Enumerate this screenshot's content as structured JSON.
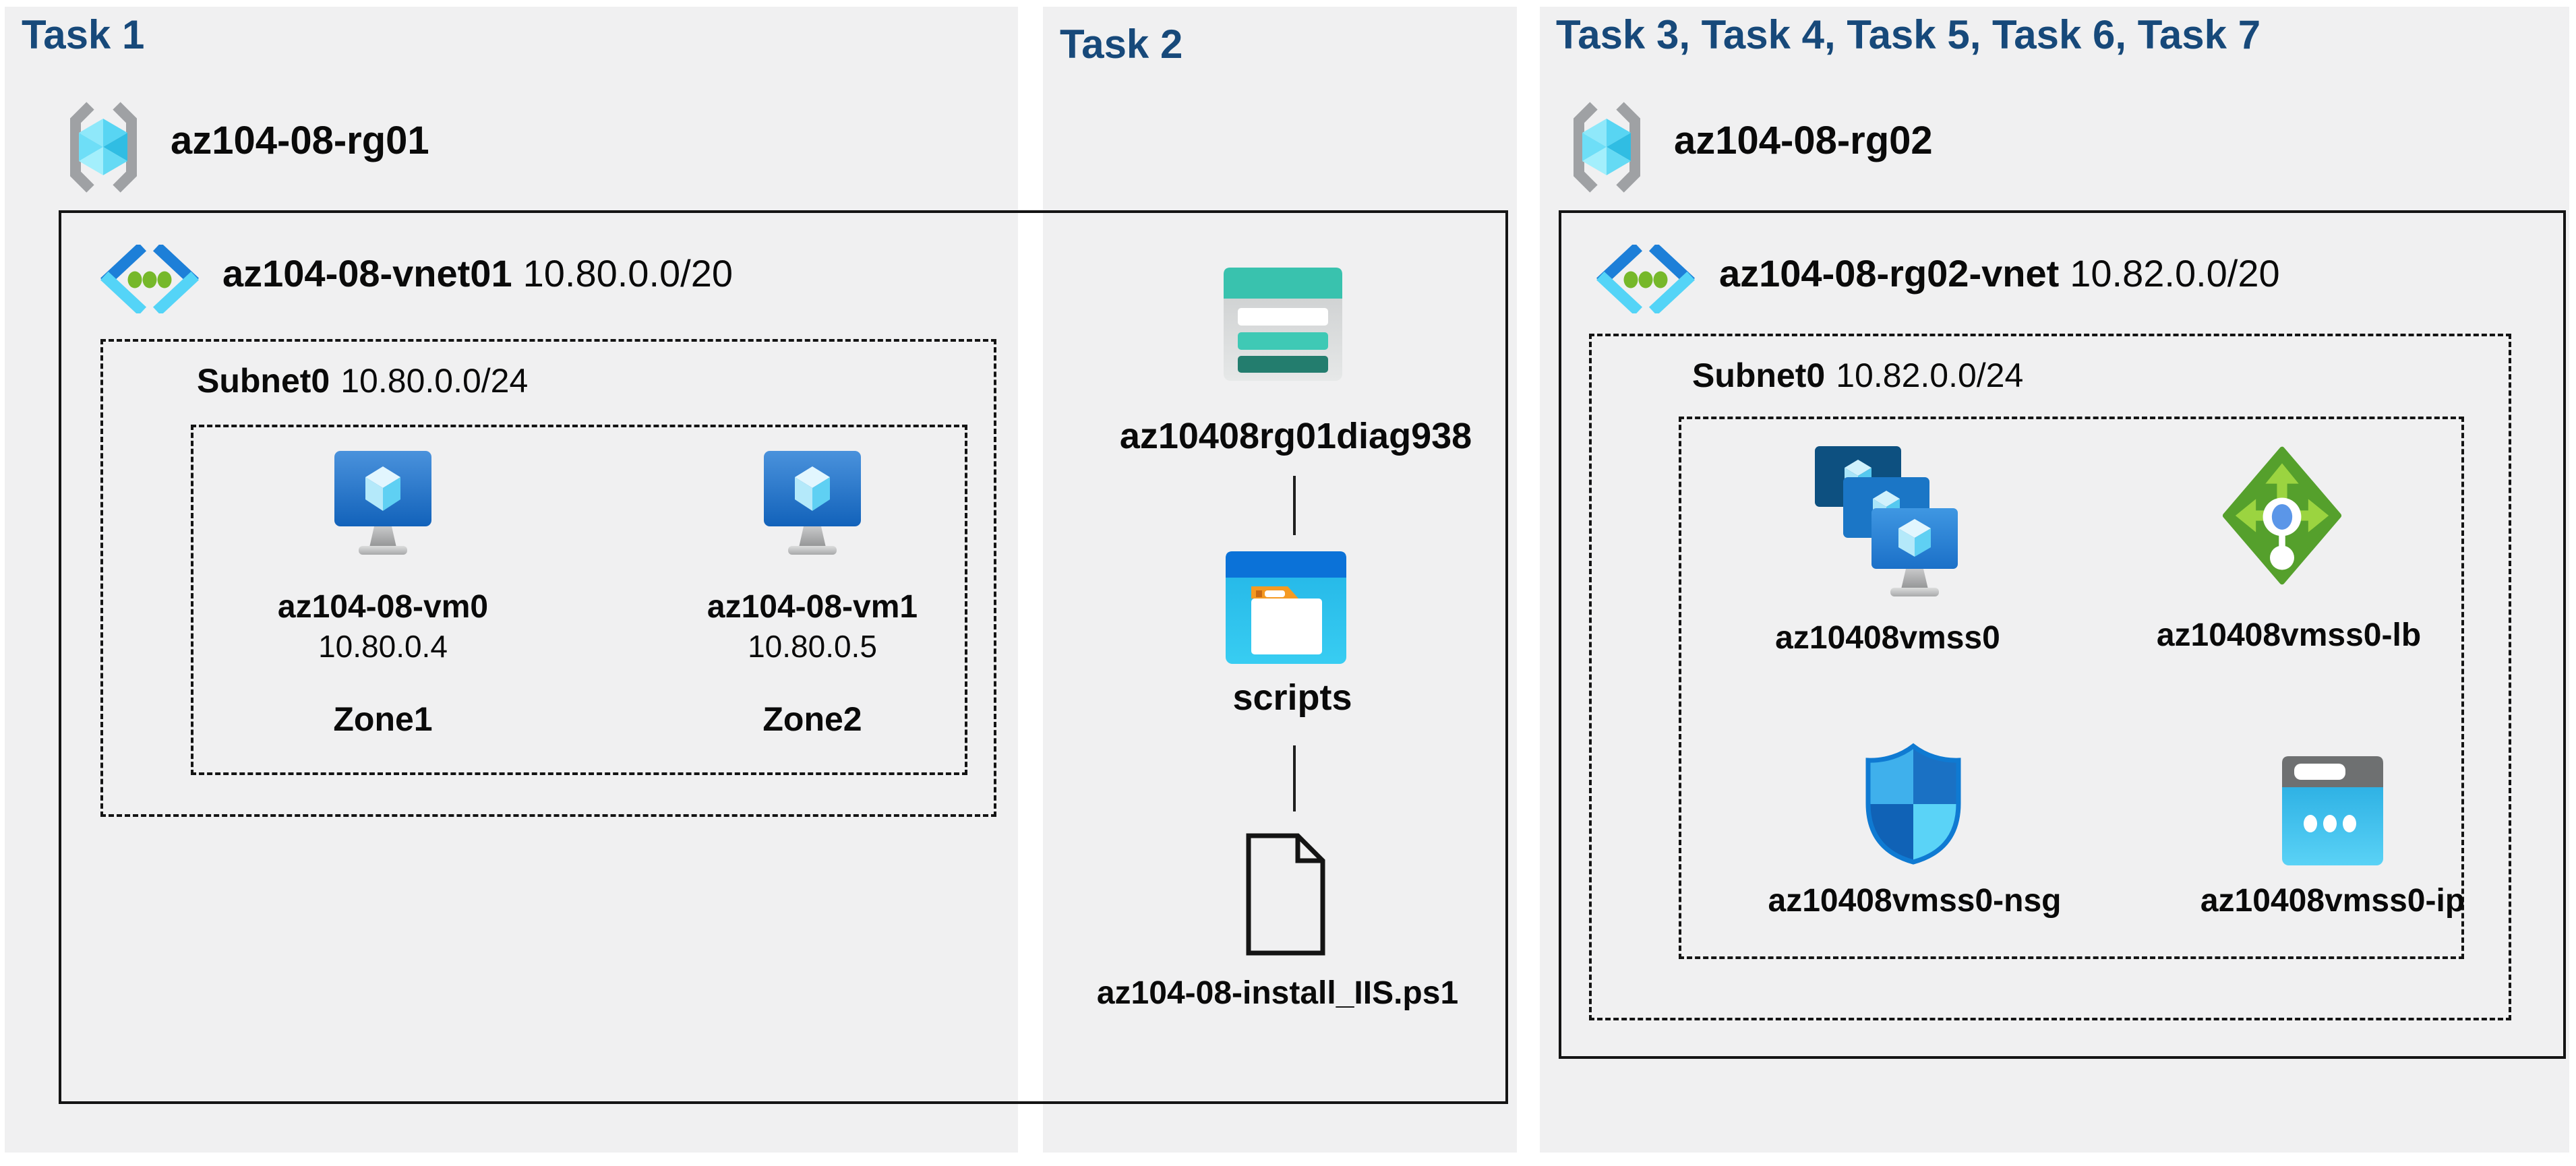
{
  "diagram": {
    "background": "#ffffff",
    "panel_color": "#f0f0f1",
    "title_color": "#17497a",
    "border_color": "#141414"
  },
  "task1": {
    "title": "Task 1",
    "resource_group": {
      "name": "az104-08-rg01"
    },
    "vnet": {
      "name": "az104-08-vnet01",
      "cidr": "10.80.0.0/20"
    },
    "subnet": {
      "name": "Subnet0",
      "cidr": "10.80.0.0/24"
    },
    "vms": [
      {
        "name": "az104-08-vm0",
        "ip": "10.80.0.4",
        "zone": "Zone1"
      },
      {
        "name": "az104-08-vm1",
        "ip": "10.80.0.5",
        "zone": "Zone2"
      }
    ]
  },
  "task2": {
    "title": "Task 2",
    "storage_account": {
      "name": "az10408rg01diag938"
    },
    "container": {
      "name": "scripts"
    },
    "file": {
      "name": "az104-08-install_IIS.ps1"
    }
  },
  "task3": {
    "title": "Task 3, Task 4, Task 5, Task 6, Task 7",
    "resource_group": {
      "name": "az104-08-rg02"
    },
    "vnet": {
      "name": "az104-08-rg02-vnet",
      "cidr": "10.82.0.0/20"
    },
    "subnet": {
      "name": "Subnet0",
      "cidr": "10.82.0.0/24"
    },
    "vmss": {
      "name": "az10408vmss0"
    },
    "load_balancer": {
      "name": "az10408vmss0-lb"
    },
    "nsg": {
      "name": "az10408vmss0-nsg"
    },
    "public_ip": {
      "name": "az10408vmss0-ip"
    }
  }
}
